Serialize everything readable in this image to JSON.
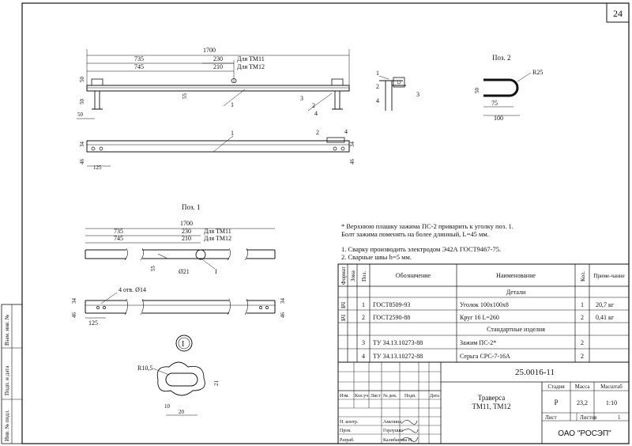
{
  "sheet_number": "24",
  "view1": {
    "total": "1700",
    "d735": "735",
    "d745": "745",
    "d230": "230",
    "d210": "210",
    "note_tm11": "Для ТМ11",
    "note_tm12": "Для ТМ12",
    "d50a": "50",
    "d50b": "50",
    "d50c": "50",
    "d55": "55",
    "pos1": "1",
    "pos2": "2",
    "pos3": "3",
    "pos4": "4"
  },
  "view2": {
    "d34": "34",
    "d46": "46",
    "d125": "125",
    "pos1": "1",
    "pos2": "2",
    "pos4": "4"
  },
  "section": {
    "pos1": "1",
    "pos2": "2",
    "pos3": "3",
    "pos4": "4"
  },
  "poz2": {
    "title": "Поз. 2",
    "r25": "R25",
    "d50": "50",
    "d75": "75",
    "d100": "100"
  },
  "poz1": {
    "title": "Поз. 1",
    "total": "1700",
    "d735": "735",
    "d745": "745",
    "d230": "230",
    "d210": "210",
    "note_tm11": "Для ТМ11",
    "note_tm12": "Для ТМ12",
    "d55": "55",
    "d21": "Ø21",
    "callout": "I",
    "holes": "4 отв. Ø14",
    "d34": "34",
    "d46": "46",
    "d125": "125"
  },
  "detail": {
    "mark": "I",
    "r105": "R10,5",
    "d21": "21",
    "d10": "10",
    "d20": "20"
  },
  "notes": {
    "star_1": "* Верхнюю плашку зажима ПС-2 приварить к уголку поз. 1.",
    "star_2": "Болт зажима поменять на более длинный, L=45 мм.",
    "n1": "1. Сварку производить электродом Э42А ГОСТ9467-75.",
    "n2": "2. Сварные швы h=5 мм."
  },
  "spec": {
    "headers": {
      "format": "Формат",
      "zone": "Зона",
      "pos": "Поз.",
      "designation": "Обозначение",
      "name": "Наименование",
      "qty": "Кол.",
      "note": "Приме-чание"
    },
    "section_details": "Детали",
    "section_standard": "Стандартные изделия",
    "rows": [
      {
        "format": "БЧ",
        "pos": "1",
        "designation": "ГОСТ8509-93",
        "name": "Уголок 100х100х8",
        "qty": "1",
        "note": "20,7 кг"
      },
      {
        "format": "БЧ",
        "pos": "2",
        "designation": "ГОСТ2590-88",
        "name": "Круг 16 L=260",
        "qty": "2",
        "note": "0,41 кг"
      },
      {
        "format": "",
        "pos": "3",
        "designation": "ТУ 34.13.10273-88",
        "name": "Зажим ПС-2*",
        "qty": "2",
        "note": ""
      },
      {
        "format": "",
        "pos": "4",
        "designation": "ТУ 34.13.10272-88",
        "name": "Серьга СРС-7-16А",
        "qty": "2",
        "note": ""
      }
    ]
  },
  "title_block": {
    "doc_code": "25.0016-11",
    "hdr_izm": "Изм.",
    "hdr_kol": "Кол.уч",
    "hdr_list": "Лист",
    "hdr_ndok": "№ док.",
    "hdr_podp": "Подп.",
    "hdr_data": "Дата",
    "role1": "Н. контр.",
    "role2": "Пров.",
    "role3": "Разраб.",
    "name1": "Амелина",
    "name2": "Горлушко",
    "name3": "Калибанова Н.",
    "product_line1": "Траверса",
    "product_line2": "ТМ11, ТМ12",
    "stage_h": "Стадия",
    "mass_h": "Масса",
    "scale_h": "Масштаб",
    "stage": "Р",
    "mass": "23,2",
    "scale": "1:10",
    "sheet_h": "Лист",
    "sheets_h": "Листов",
    "sheets": "1",
    "org": "ОАО \"РОСЭП\""
  },
  "side_stamp": {
    "inv_podl": "Инв. № подл.",
    "podp_data": "Подп. и дата",
    "vzam_inv": "Взам. инв. №"
  }
}
